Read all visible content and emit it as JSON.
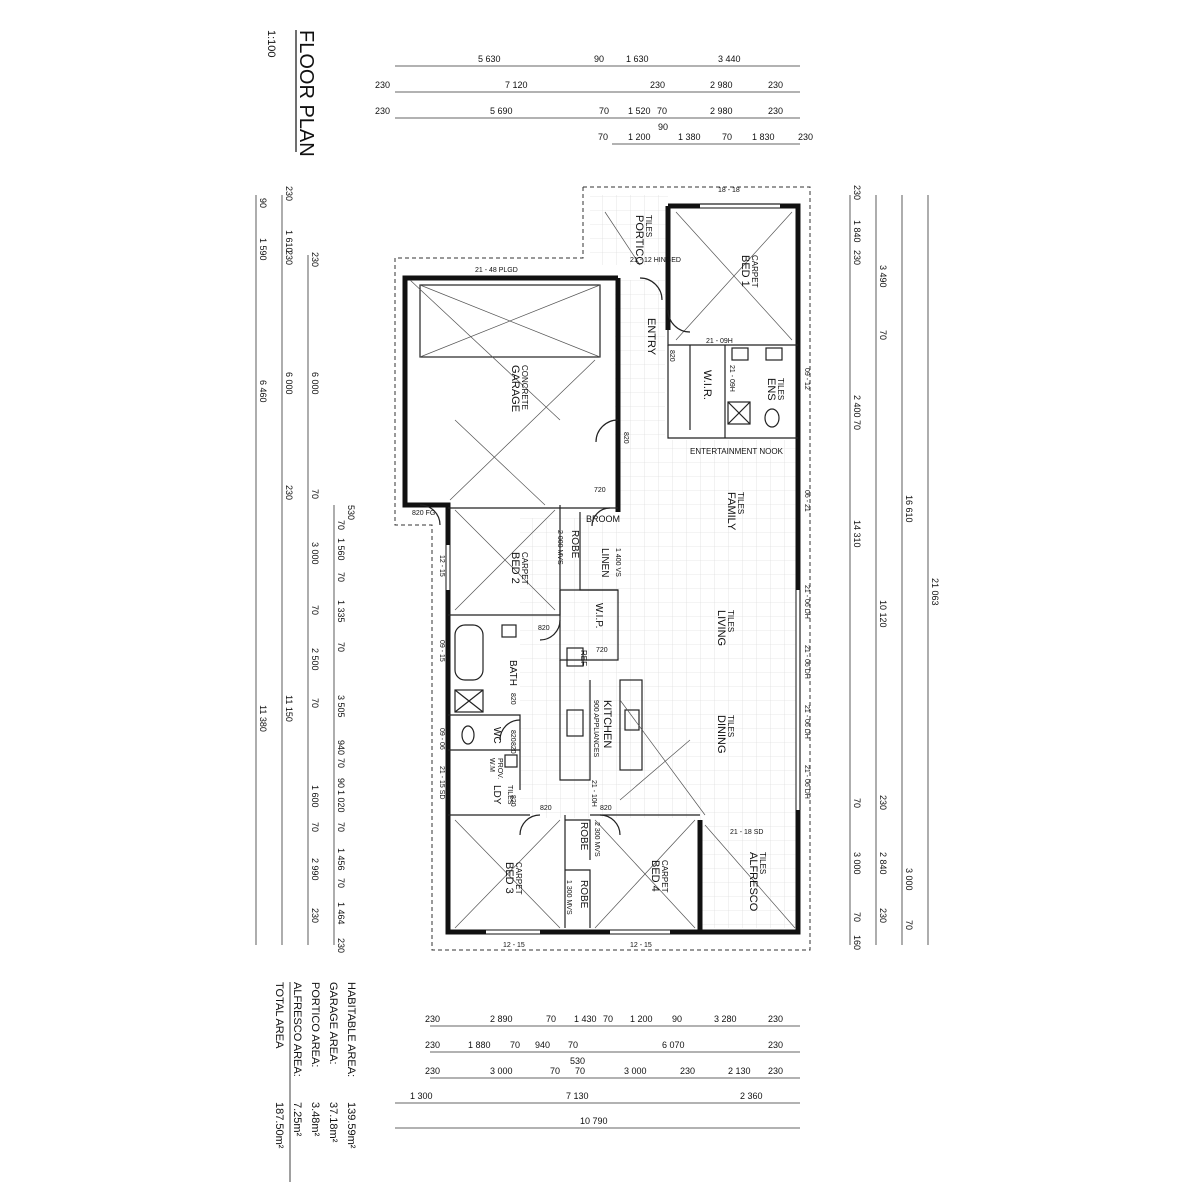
{
  "title": "FLOOR PLAN",
  "scale": "1:100",
  "areas": [
    {
      "label": "HABITABLE AREA:",
      "value": "139.59m²"
    },
    {
      "label": "GARAGE AREA:",
      "value": "37.18m²"
    },
    {
      "label": "PORTICO AREA:",
      "value": "3.48m²"
    },
    {
      "label": "ALFRESCO AREA:",
      "value": "7.25m²"
    },
    {
      "label": "TOTAL AREA",
      "value": "187.50m²"
    }
  ],
  "rooms": {
    "portico": [
      "PORTICO",
      "TILES"
    ],
    "bed1": [
      "BED 1",
      "CARPET"
    ],
    "entry": [
      "ENTRY"
    ],
    "garage": [
      "GARAGE",
      "CONCRETE"
    ],
    "wir": [
      "W.I.R."
    ],
    "ens": [
      "ENS",
      "TILES"
    ],
    "entertainment": [
      "ENTERTAINMENT NOOK"
    ],
    "family": [
      "FAMILY",
      "TILES"
    ],
    "living": [
      "LIVING",
      "TILES"
    ],
    "dining": [
      "DINING",
      "TILES"
    ],
    "kitchen": [
      "KITCHEN",
      "900 APPLIANCES"
    ],
    "bed2": [
      "BED 2",
      "CARPET"
    ],
    "robe2": [
      "ROBE",
      "2 000 MVS"
    ],
    "broom": [
      "BROOM"
    ],
    "linen": [
      "LINEN",
      "1 400 VS"
    ],
    "wip": [
      "W.I.P."
    ],
    "ref": [
      "REF"
    ],
    "bath": [
      "BATH"
    ],
    "wc": [
      "WC"
    ],
    "ldy": [
      "LDY",
      "TILES"
    ],
    "wm": [
      "W.M",
      "PROV."
    ],
    "bed3": [
      "BED 3",
      "CARPET"
    ],
    "robe3": [
      "ROBE",
      "2 300 MVS"
    ],
    "robe4": [
      "ROBE",
      "1 300 MVS"
    ],
    "bed4": [
      "BED 4",
      "CARPET"
    ],
    "alfresco": [
      "ALFRESCO",
      "TILES"
    ]
  },
  "window_labels": {
    "w_top": "18 - 18",
    "w_garage": "21 - 48 PLGD",
    "w_portico": "21 - 12 HINGED",
    "w_21_09h_a": "21 - 09H",
    "w_21_09h_b": "21 - 09H",
    "w_09_12": "09 - 12",
    "w_06_21": "06 - 21",
    "w_dph1": "21 - 06 DH",
    "w_dph2": "21 - 06 DH",
    "w_dph3": "21 - 06 DH",
    "w_dph4": "21 - 06 DH",
    "w_18sd": "21 - 18 SD",
    "w_12_15a": "12 - 15",
    "w_09_15": "09 - 15",
    "w_09_06": "09 - 06",
    "w_15sd": "21 - 15 SD",
    "w_12_15b": "12 - 15",
    "w_12_15c": "12 - 15",
    "w_10h": "21 - 10H"
  },
  "door_labels": [
    "820",
    "820",
    "720",
    "820",
    "720",
    "820",
    "820",
    "820",
    "820",
    "820",
    "820",
    "820 FG"
  ],
  "dims_top": [
    [
      "5 630",
      "90",
      "1 630",
      "3 440"
    ],
    [
      "230",
      "7 120",
      "230",
      "2 980",
      "230"
    ],
    [
      "230",
      "5 690",
      "70",
      "1 520",
      "70",
      "2 980",
      "230"
    ],
    [
      "90"
    ],
    [
      "70",
      "1 200",
      "1 380",
      "70",
      "1 830",
      "230"
    ]
  ],
  "dims_bottom": [
    [
      "230",
      "2 890",
      "70",
      "1 430",
      "70",
      "1 200",
      "90",
      "3 280",
      "230"
    ],
    [
      "230",
      "1 880",
      "70",
      "940",
      "70",
      "6 070",
      "230"
    ],
    [
      "530"
    ],
    [
      "230",
      "3 000",
      "70",
      "70",
      "3 000",
      "230",
      "2 130",
      "230"
    ],
    [
      "1 300",
      "7 130",
      "2 360"
    ],
    [
      "10 790"
    ]
  ],
  "dims_left": [
    [
      "90",
      "1 590",
      "6 460",
      "11 380"
    ],
    [
      "230",
      "1 610",
      "230",
      "6 000",
      "230",
      "11 150"
    ],
    [
      "230",
      "6 000",
      "70",
      "3 000",
      "70",
      "2 500",
      "70",
      "1 600",
      "70",
      "2 990",
      "230"
    ],
    [
      "530",
      "70",
      "1 560",
      "70",
      "1 335",
      "70",
      "3 505",
      "940",
      "70",
      "90",
      "1 020",
      "70",
      "1 456",
      "70",
      "1 464",
      "230"
    ]
  ],
  "dims_right": [
    [
      "230",
      "1 840",
      "230",
      "2 400",
      "70"
    ],
    [
      "3 490",
      "70",
      "10 120",
      "230",
      "2 840",
      "230"
    ],
    [
      "14 310",
      "70",
      "3 000",
      "70"
    ],
    [
      "16 610",
      "3 000",
      "70",
      "160"
    ],
    [
      "21 063"
    ]
  ]
}
